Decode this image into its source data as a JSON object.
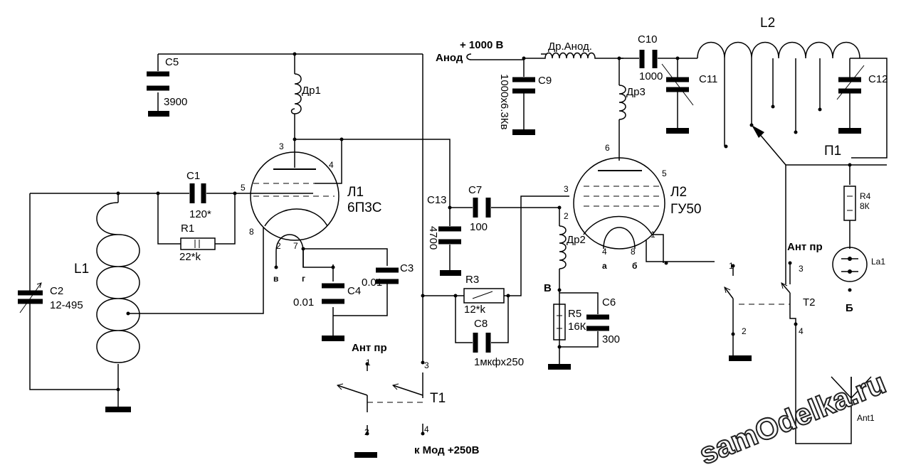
{
  "labels": {
    "c5": "C5",
    "c5_val": "3900",
    "dr1": "Др1",
    "c1": "C1",
    "c1_val": "120*",
    "r1": "R1",
    "r1_val": "22*k",
    "l1": "L1",
    "c2": "C2",
    "c2_val": "12-495",
    "tube1_name": "Л1",
    "tube1_type": "6П3С",
    "tube1_pin3": "3",
    "tube1_pin4": "4",
    "tube1_pin5": "5",
    "tube1_pin8": "8",
    "tube1_pin2": "2",
    "tube1_pin7": "7",
    "node_v": "в",
    "node_g": "г",
    "c4": "C4",
    "c4_val": "0.01",
    "c3": "C3",
    "c3_val": "0.01",
    "ant_pr_1": "Ант пр",
    "t1": "T1",
    "t1_p1": "1",
    "t1_p2": "2",
    "t1_p3": "3",
    "t1_p4": "4",
    "mod_label": "к Мод +250В",
    "anode": "Анод",
    "anode_v": "+ 1000 В",
    "c9": "C9",
    "c9_val": "1000x6.3Кв",
    "dr_anod": "Др.Анод.",
    "c13": "C13",
    "c13_val": "4700",
    "c7": "C7",
    "c7_val": "100",
    "r3": "R3",
    "r3_val": "12*k",
    "c8": "C8",
    "c8_val": "1мкфх250",
    "dr3": "Др3",
    "dr2": "Др2",
    "c10": "C10",
    "c10_val": "1000",
    "c11": "C11",
    "l2": "L2",
    "c12": "C12",
    "p1": "П1",
    "tube2_name": "Л2",
    "tube2_type": "ГУ50",
    "tube2_pin6": "6",
    "tube2_pin5": "5",
    "tube2_pin3": "3",
    "tube2_pin2": "2",
    "tube2_pin4": "4",
    "tube2_pin8": "8",
    "tube2_pin1": "1",
    "node_a": "а",
    "node_b": "б",
    "node_V": "В",
    "r5": "R5",
    "r5_val": "16К",
    "c6": "C6",
    "c6_val": "300",
    "r4": "R4",
    "r4_val": "8К",
    "la1": "La1",
    "node_B": "Б",
    "ant_pr_2": "Ант пр",
    "t2": "T2",
    "t2_p1": "1",
    "t2_p2": "2",
    "t2_p3": "3",
    "t2_p4": "4",
    "ant1": "Ant1",
    "watermark": "samOdelka.ru"
  }
}
